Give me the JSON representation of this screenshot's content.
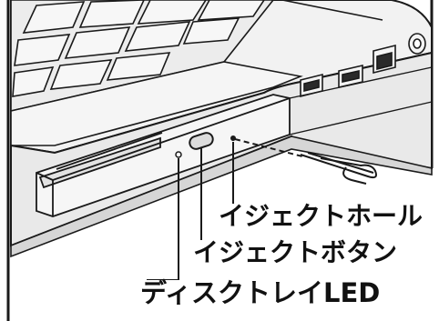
{
  "figure": {
    "callouts": {
      "eject_hole": "イジェクトホール",
      "eject_button": "イジェクトボタン",
      "tray_led": "ディスクトレイLED"
    }
  },
  "colors": {
    "line": "#1a1a1a",
    "body_light": "#f4f4f4",
    "body_mid": "#e6e6e6",
    "body_dark": "#cfcfcf",
    "background": "#ffffff"
  },
  "icons": [
    "paper-clip-icon",
    "usb-port-icon",
    "lan-port-icon",
    "power-jack-icon"
  ]
}
